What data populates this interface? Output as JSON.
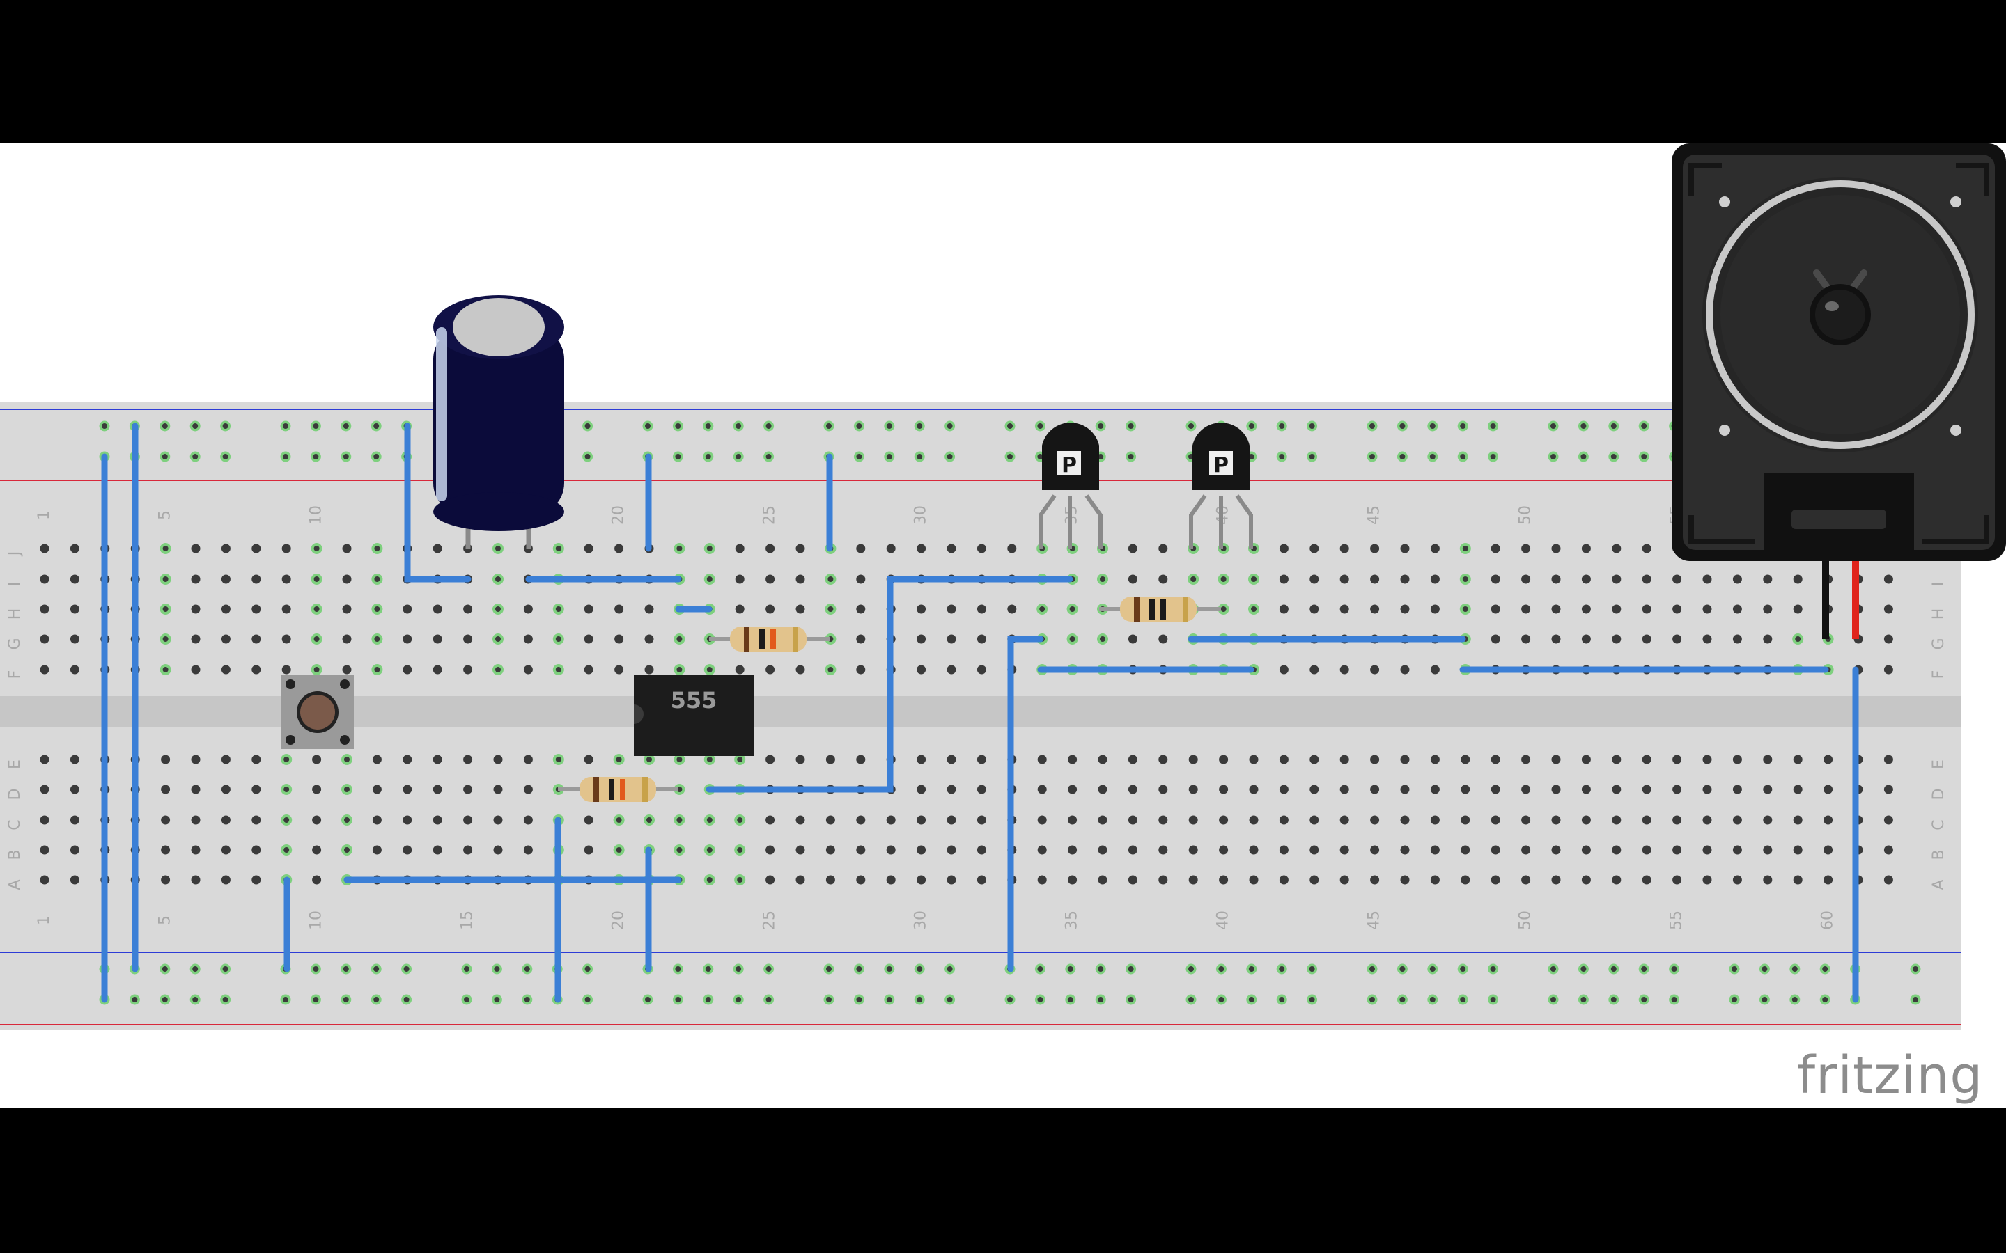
{
  "app": {
    "brand": "fritzing"
  },
  "breadboard": {
    "columns": 62,
    "column_number_labels": [
      "1",
      "5",
      "10",
      "15",
      "20",
      "25",
      "30",
      "35",
      "40",
      "45",
      "50",
      "55",
      "60"
    ],
    "top_row_letters": [
      "J",
      "I",
      "H",
      "G",
      "F"
    ],
    "bottom_row_letters": [
      "E",
      "D",
      "C",
      "B",
      "A"
    ],
    "colors": {
      "board": "#d9d9d9",
      "channel": "#c6c6c6",
      "hole": "#3a3a3a",
      "connected": "#7ed07e",
      "rail_blue": "#2d3cd6",
      "rail_red": "#d8283a"
    }
  },
  "components": {
    "ic": {
      "label": "555"
    },
    "transistor_1": {
      "label": "P"
    },
    "transistor_2": {
      "label": "P"
    }
  },
  "wires": {
    "color": "#3b7fd6"
  }
}
